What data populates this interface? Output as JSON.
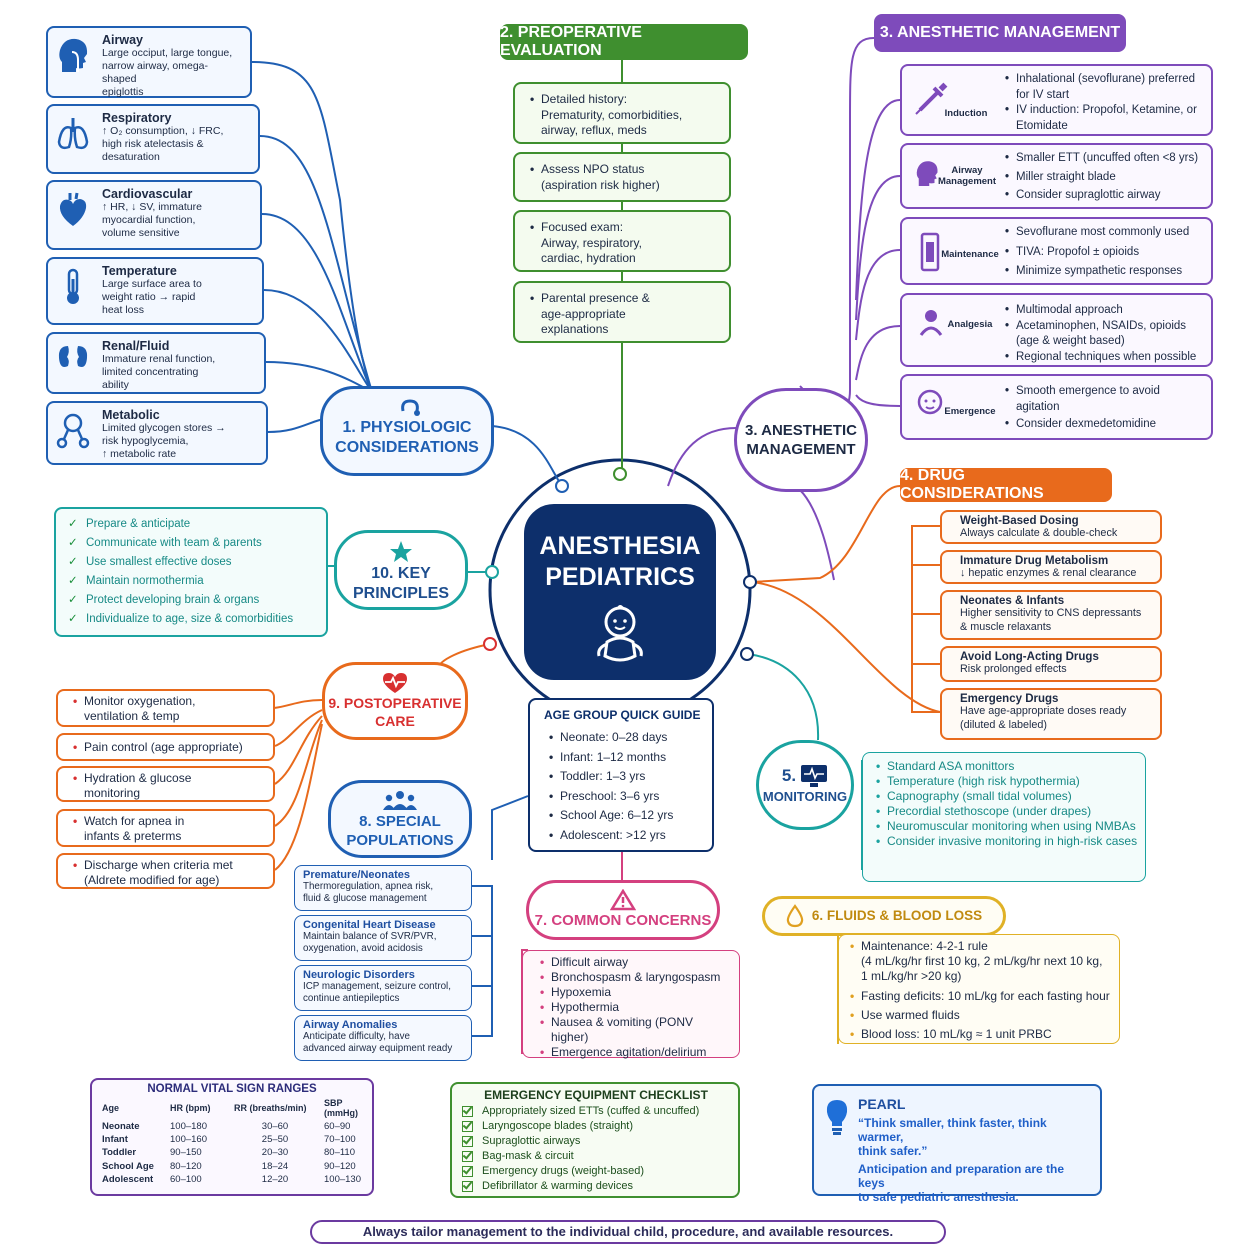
{
  "center": {
    "title_line1": "ANESTHESIA",
    "title_line2": "PEDIATRICS"
  },
  "physio": {
    "title_line1": "1. PHYSIOLOGIC",
    "title_line2": "CONSIDERATIONS",
    "items": [
      {
        "icon": "airway-head-icon",
        "title": "Airway",
        "lines": [
          "Large occiput, large tongue,",
          "narrow airway, omega-shaped",
          "epiglottis"
        ]
      },
      {
        "icon": "lungs-icon",
        "title": "Respiratory",
        "lines": [
          "↑ O₂ consumption, ↓ FRC,",
          "high risk atelectasis &",
          "desaturation"
        ]
      },
      {
        "icon": "heart-icon",
        "title": "Cardiovascular",
        "lines": [
          "↑ HR, ↓ SV, immature",
          "myocardial function,",
          "volume sensitive"
        ]
      },
      {
        "icon": "thermometer-icon",
        "title": "Temperature",
        "lines": [
          "Large surface area to",
          "weight ratio → rapid",
          "heat loss"
        ]
      },
      {
        "icon": "kidneys-icon",
        "title": "Renal/Fluid",
        "lines": [
          "Immature renal function,",
          "limited concentrating",
          "ability"
        ]
      },
      {
        "icon": "molecule-icon",
        "title": "Metabolic",
        "lines": [
          "Limited glycogen stores →",
          "risk hypoglycemia,",
          "↑ metabolic rate"
        ]
      }
    ]
  },
  "preop": {
    "header": "2. PREOPERATIVE EVALUATION",
    "items": [
      [
        "Detailed history:",
        "Prematurity, comorbidities,",
        "airway, reflux, meds"
      ],
      [
        "Assess NPO status",
        "(aspiration risk higher)"
      ],
      [
        "Focused exam:",
        "Airway, respiratory,",
        "cardiac, hydration"
      ],
      [
        "Parental presence &",
        "age-appropriate",
        "explanations"
      ]
    ]
  },
  "anesthetic": {
    "header": "3. ANESTHETIC MANAGEMENT",
    "node_line1": "3. ANESTHETIC",
    "node_line2": "MANAGEMENT",
    "items": [
      {
        "icon": "syringe-icon",
        "label": "Induction",
        "bullets": [
          "Inhalational (sevoflurane) preferred for IV start",
          "IV induction: Propofol, Ketamine, or Etomidate"
        ]
      },
      {
        "icon": "airway-head-icon",
        "label": "Airway Management",
        "bullets": [
          "Smaller ETT (uncuffed often <8 yrs)",
          "Miller straight blade",
          "Consider supraglottic airway"
        ]
      },
      {
        "icon": "vaporizer-icon",
        "label": "Maintenance",
        "bullets": [
          "Sevoflurane most commonly used",
          "TIVA: Propofol ± opioids",
          "Minimize sympathetic responses"
        ]
      },
      {
        "icon": "child-pain-icon",
        "label": "Analgesia",
        "bullets": [
          "Multimodal approach",
          "Acetaminophen, NSAIDs, opioids (age & weight based)",
          "Regional techniques when possible"
        ]
      },
      {
        "icon": "child-face-icon",
        "label": "Emergence",
        "bullets": [
          "Smooth emergence to avoid agitation",
          "Consider dexmedetomidine"
        ]
      }
    ]
  },
  "drug": {
    "header": "4. DRUG CONSIDERATIONS",
    "items": [
      {
        "title": "Weight-Based Dosing",
        "lines": [
          "Always calculate & double-check"
        ]
      },
      {
        "title": "Immature Drug Metabolism",
        "lines": [
          "↓ hepatic enzymes & renal clearance"
        ]
      },
      {
        "title": "Neonates & Infants",
        "lines": [
          "Higher sensitivity to CNS depressants",
          "& muscle relaxants"
        ]
      },
      {
        "title": "Avoid Long-Acting Drugs",
        "lines": [
          "Risk prolonged effects"
        ]
      },
      {
        "title": "Emergency Drugs",
        "lines": [
          "Have age-appropriate doses ready",
          "(diluted & labeled)"
        ]
      }
    ]
  },
  "key": {
    "title_line1": "10. KEY",
    "title_line2": "PRINCIPLES",
    "items": [
      "Prepare & anticipate",
      "Communicate with team & parents",
      "Use smallest effective doses",
      "Maintain normothermia",
      "Protect developing brain & organs",
      "Individualize to age, size & comorbidities"
    ]
  },
  "postop": {
    "title_line1": "9. POSTOPERATIVE",
    "title_line2": "CARE",
    "items": [
      [
        "Monitor oxygenation,",
        "ventilation & temp"
      ],
      [
        "Pain control (age appropriate)"
      ],
      [
        "Hydration & glucose",
        "monitoring"
      ],
      [
        "Watch for apnea in",
        "infants & preterms"
      ],
      [
        "Discharge when criteria met",
        "(Aldrete modified for age)"
      ]
    ]
  },
  "age": {
    "title": "AGE GROUP QUICK GUIDE",
    "items": [
      "Neonate: 0–28 days",
      "Infant: 1–12 months",
      "Toddler: 1–3 yrs",
      "Preschool: 3–6 yrs",
      "School Age: 6–12 yrs",
      "Adolescent: >12 yrs"
    ]
  },
  "monitoring": {
    "title_line1": "5.",
    "title_line2": "MONITORING",
    "items": [
      "Standard ASA monittors",
      "Temperature (high risk hypothermia)",
      "Capnography (small tidal volumes)",
      "Precordial stethoscope (under drapes)",
      "Neuromuscular monitoring when using NMBAs",
      "Consider invasive monitoring in high-risk cases"
    ]
  },
  "special": {
    "title_line1": "8. SPECIAL",
    "title_line2": "POPULATIONS",
    "items": [
      {
        "title": "Premature/Neonates",
        "lines": [
          "Thermoregulation, apnea risk,",
          "fluid & glucose management"
        ]
      },
      {
        "title": "Congenital Heart Disease",
        "lines": [
          "Maintain balance of SVR/PVR,",
          "oxygenation, avoid acidosis"
        ]
      },
      {
        "title": "Neurologic Disorders",
        "lines": [
          "ICP management, seizure control,",
          "continue antiepileptics"
        ]
      },
      {
        "title": "Airway Anomalies",
        "lines": [
          "Anticipate difficulty, have",
          "advanced airway equipment ready"
        ]
      }
    ]
  },
  "concerns": {
    "header": "7. COMMON CONCERNS",
    "items": [
      "Difficult airway",
      "Bronchospasm & laryngospasm",
      "Hypoxemia",
      "Hypothermia",
      "Nausea & vomiting (PONV higher)",
      "Emergence agitation/delirium"
    ]
  },
  "fluids": {
    "header": "6. FLUIDS & BLOOD LOSS",
    "items": [
      [
        "Maintenance: 4-2-1 rule",
        "(4 mL/kg/hr first 10 kg, 2 mL/kg/hr next 10 kg,",
        "1 mL/kg/hr >20 kg)"
      ],
      [
        "Fasting deficits: 10 mL/kg for each fasting hour"
      ],
      [
        "Use warmed fluids"
      ],
      [
        "Blood loss: 10 mL/kg ≈ 1 unit PRBC"
      ]
    ]
  },
  "vitals": {
    "title": "NORMAL VITAL SIGN RANGES",
    "headers": [
      "Age",
      "HR (bpm)",
      "RR (breaths/min)",
      "SBP (mmHg)"
    ],
    "rows": [
      [
        "Neonate",
        "100–180",
        "30–60",
        "60–90"
      ],
      [
        "Infant",
        "100–160",
        "25–50",
        "70–100"
      ],
      [
        "Toddler",
        "90–150",
        "20–30",
        "80–110"
      ],
      [
        "School Age",
        "80–120",
        "18–24",
        "90–120"
      ],
      [
        "Adolescent",
        "60–100",
        "12–20",
        "100–130"
      ]
    ]
  },
  "equipment": {
    "title": "EMERGENCY EQUIPMENT CHECKLIST",
    "items": [
      "Appropriately sized ETTs (cuffed & uncuffed)",
      "Laryngoscope blades (straight)",
      "Supraglottic airways",
      "Bag-mask & circuit",
      "Emergency drugs (weight-based)",
      "Defibrillator & warming devices"
    ]
  },
  "pearl": {
    "title": "PEARL",
    "quote_line1": "“Think smaller, think faster, think warmer,",
    "quote_line2": "think safer.”",
    "note_line1": "Anticipation and preparation are the keys",
    "note_line2": "to safe pediatric anesthesia."
  },
  "footer": "Always tailor management to the individual child, procedure, and available resources.",
  "colors": {
    "blue": "#1f5fb3",
    "navy": "#0d2f6b",
    "green": "#3f8f2f",
    "purple": "#7e4bbb",
    "orange": "#e86a1c",
    "teal": "#1aa3a0",
    "magenta": "#d4407f",
    "gold": "#e0b126",
    "red": "#d83030"
  }
}
